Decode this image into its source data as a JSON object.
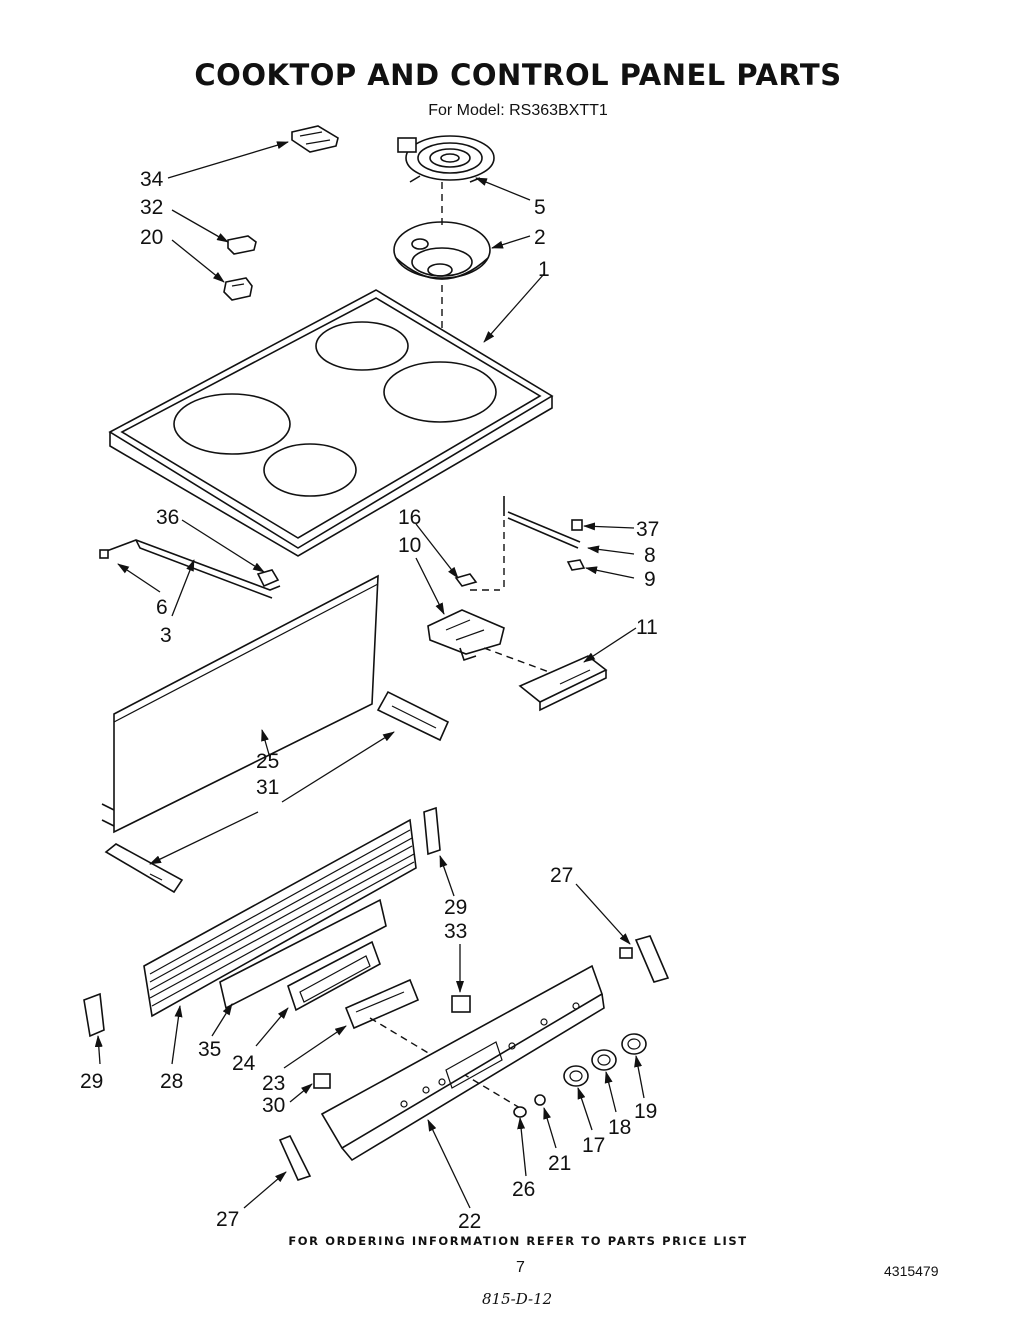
{
  "header": {
    "title": "COOKTOP AND CONTROL PANEL PARTS",
    "subtitle": "For Model: RS363BXTT1"
  },
  "callouts": {
    "p34": "34",
    "p32": "32",
    "p20": "20",
    "p5": "5",
    "p2": "2",
    "p1": "1",
    "p36": "36",
    "p6": "6",
    "p3": "3",
    "p16": "16",
    "p10": "10",
    "p37": "37",
    "p8": "8",
    "p9": "9",
    "p11": "11",
    "p25": "25",
    "p31": "31",
    "p29a": "29",
    "p33": "33",
    "p27a": "27",
    "p29b": "29",
    "p28": "28",
    "p35": "35",
    "p24": "24",
    "p23": "23",
    "p30": "30",
    "p26": "26",
    "p21": "21",
    "p17": "17",
    "p18": "18",
    "p19": "19",
    "p22": "22",
    "p27b": "27"
  },
  "footer": {
    "note": "FOR ORDERING INFORMATION REFER TO PARTS PRICE LIST",
    "page_number": "7",
    "document_number": "4315479",
    "handwritten": "815-D-12"
  }
}
